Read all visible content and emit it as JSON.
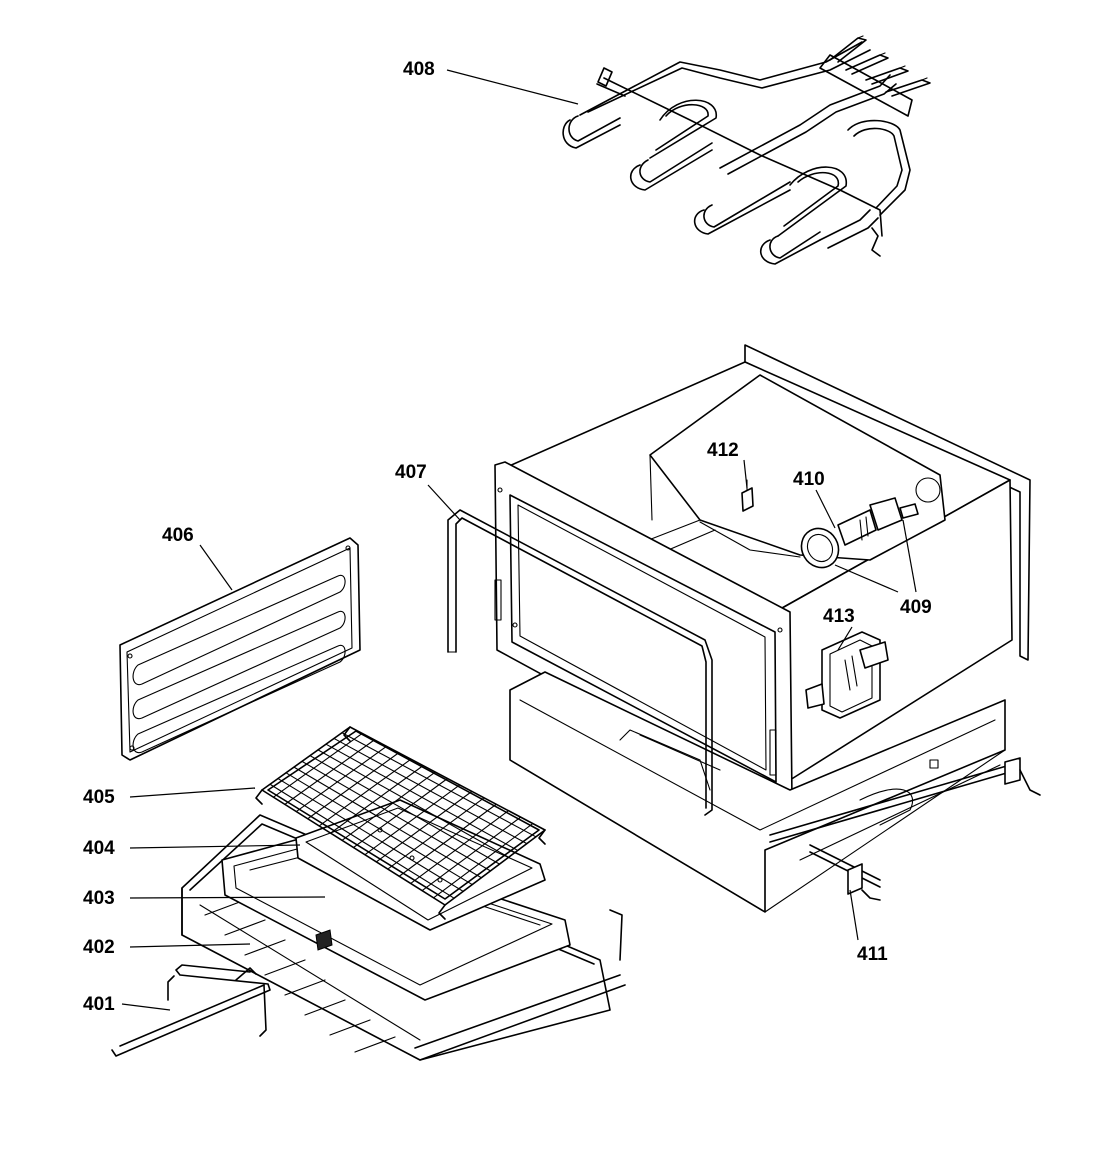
{
  "labels": {
    "p401": "401",
    "p402": "402",
    "p403": "403",
    "p404": "404",
    "p405": "405",
    "p406": "406",
    "p407": "407",
    "p408": "408",
    "p409": "409",
    "p410": "410",
    "p411": "411",
    "p412": "412",
    "p413": "413"
  }
}
